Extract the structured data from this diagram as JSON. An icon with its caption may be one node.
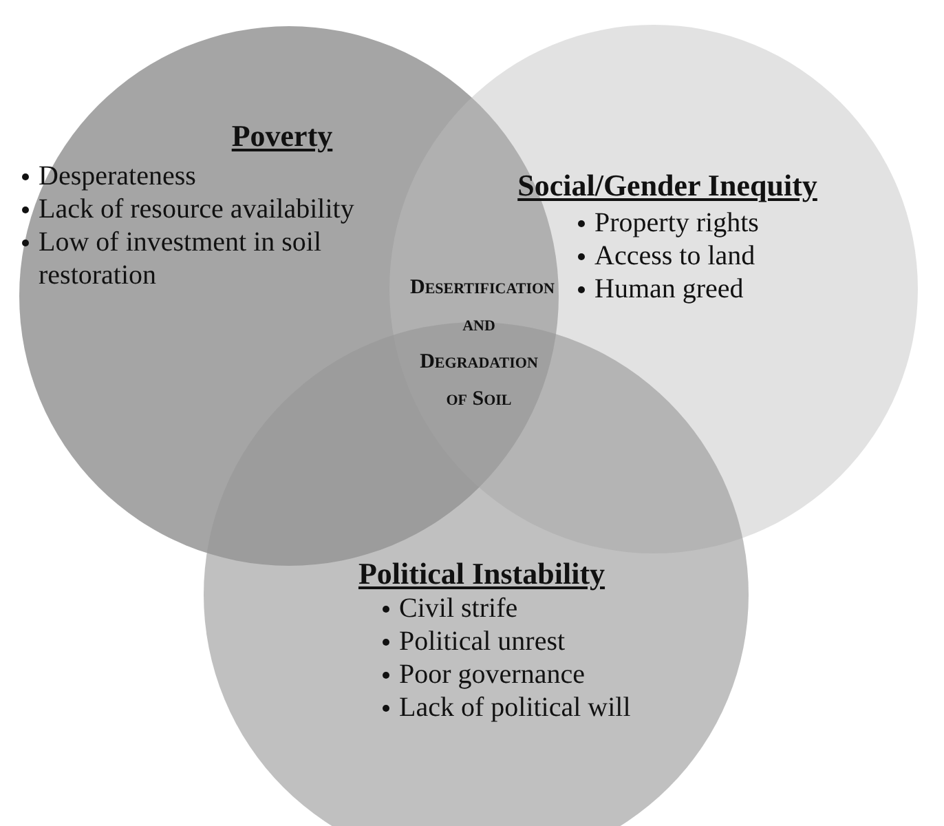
{
  "diagram": {
    "nodes": [
      {
        "text": [
          "Poverty",
          "Desperateness",
          "Lack of resource availability",
          "Low of investment in soil restoration"
        ]
      },
      {
        "text": [
          "Social/Gender Inequity",
          "Property rights",
          "Access to land",
          "Human greed"
        ]
      },
      {
        "text": [
          "Political Instability",
          "Civil strife",
          "Political unrest",
          "Poor governance",
          "Lack of political will"
        ]
      }
    ],
    "labels": [
      "Desertification and Degradation of Soil"
    ]
  }
}
